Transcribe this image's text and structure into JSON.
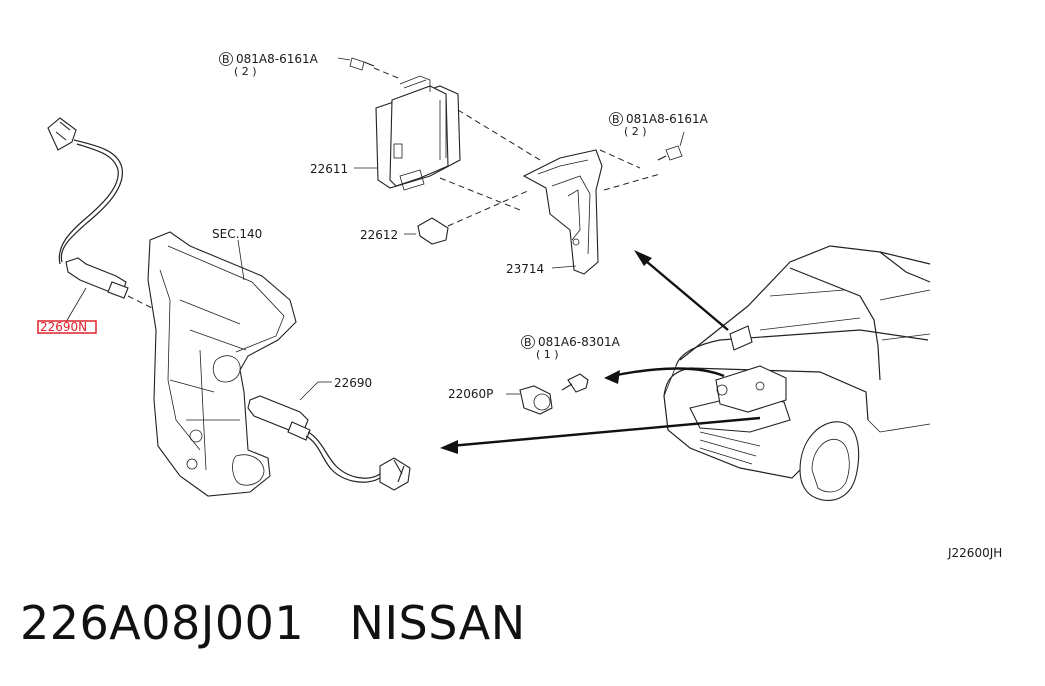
{
  "labels": {
    "bolt_ecm_top": "081A8-6161A",
    "bolt_ecm_top_qty": "( 2 )",
    "bolt_bracket": "081A8-6161A",
    "bolt_bracket_qty": "( 2 )",
    "bolt_sensor": "081A6-8301A",
    "bolt_sensor_qty": "( 1 )",
    "ecm": "22611",
    "clip": "22612",
    "bracket": "23714",
    "sec_ref": "SEC.140",
    "o2_sensor_rear": "22690",
    "knock_sensor": "22060P",
    "o2_sensor_front": "22690N",
    "diagram_code": "J22600JH",
    "bolt_symbol": "B"
  },
  "caption": "226A08J001   NISSAN",
  "colors": {
    "highlight": "#e0202a",
    "ink": "#222222"
  }
}
